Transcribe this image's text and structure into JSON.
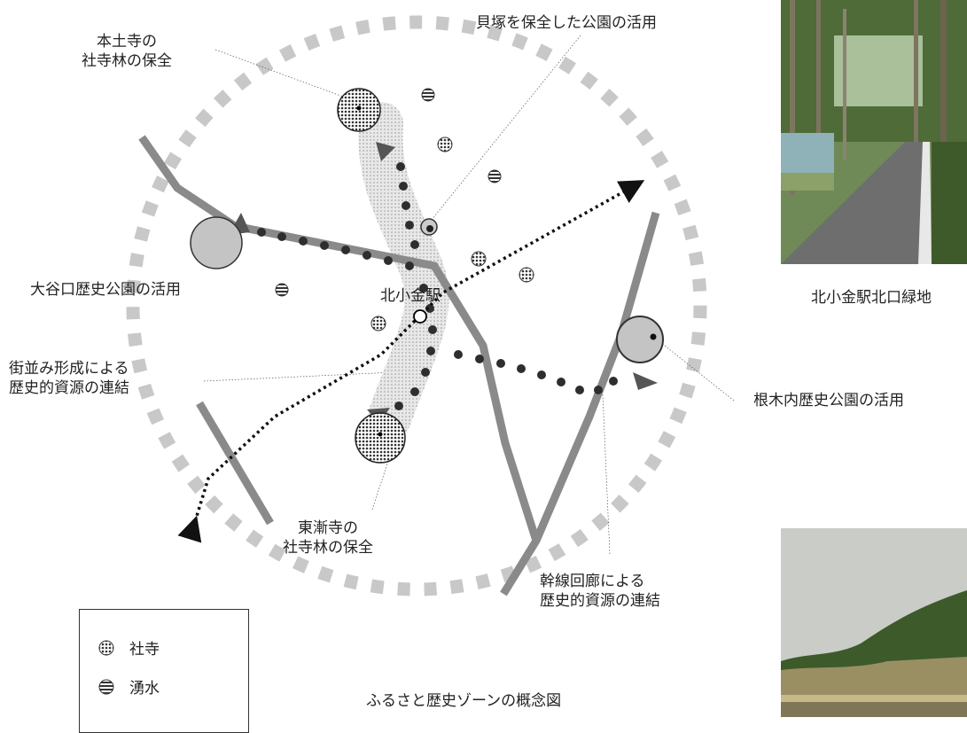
{
  "diagram": {
    "caption": "ふるさと歴史ゾーンの概念図",
    "station": "北小金駅",
    "labels": {
      "hondoji": "本土寺の\n社寺林の保全",
      "kaizuka": "貝塚を保全した公園の活用",
      "oyaguchi": "大谷口歴史公園の活用",
      "machinami": "街並み形成による\n歴史的資源の連結",
      "tozenji": "東漸寺の\n社寺林の保全",
      "kansen": "幹線回廊による\n歴史的資源の連結",
      "negiuchi": "根木内歴史公園の活用"
    },
    "photo_caption": "北小金駅北口緑地"
  },
  "legend": {
    "items": [
      {
        "label": "社寺",
        "icon": "dotted-circle-icon"
      },
      {
        "label": "湧水",
        "icon": "striped-circle-icon"
      }
    ]
  },
  "colors": {
    "road": "#8a8a8a",
    "zone": "#c8c8c8",
    "corridor": "#d8d8d8",
    "dots": "#2e2e2e",
    "park": "#c4c4c4"
  }
}
